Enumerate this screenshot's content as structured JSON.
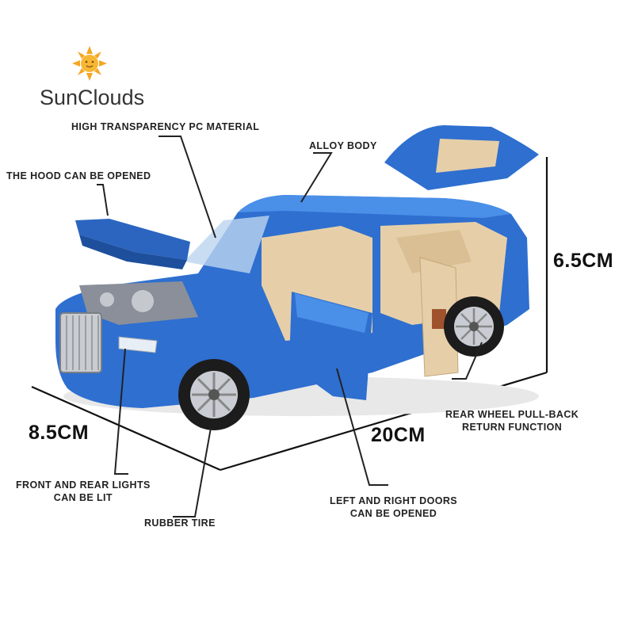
{
  "brand": {
    "name": "SunClouds",
    "logo_icon": "sun-icon"
  },
  "callouts": {
    "pc_material": "HIGH TRANSPARENCY PC MATERIAL",
    "alloy_body": "ALLOY BODY",
    "hood": "THE HOOD CAN BE OPENED",
    "pullback_line1": "REAR WHEEL PULL-BACK",
    "pullback_line2": "RETURN FUNCTION",
    "lights_line1": "FRONT AND REAR LIGHTS",
    "lights_line2": "CAN BE LIT",
    "doors_line1": "LEFT AND RIGHT DOORS",
    "doors_line2": "CAN BE OPENED",
    "tire": "RUBBER TIRE"
  },
  "dimensions": {
    "height": "6.5CM",
    "width": "8.5CM",
    "length": "20CM"
  },
  "colors": {
    "car_body": "#2e6fd0",
    "interior": "#e6cfa8",
    "text": "#222222",
    "sun": "#f5a623"
  }
}
